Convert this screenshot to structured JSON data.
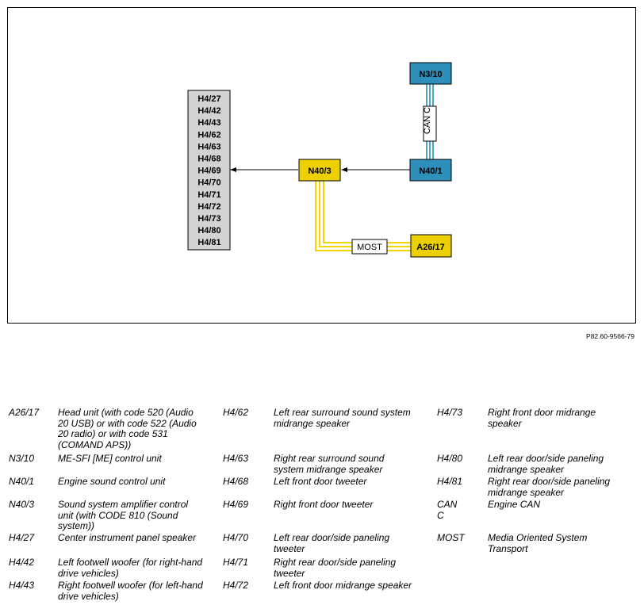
{
  "diagram": {
    "nodes": {
      "n3_10": "N3/10",
      "n40_1": "N40/1",
      "n40_3": "N40/3",
      "a26_17": "A26/17"
    },
    "buses": {
      "can_c": "CAN C",
      "most": "MOST"
    },
    "speakers": [
      "H4/27",
      "H4/42",
      "H4/43",
      "H4/62",
      "H4/63",
      "H4/68",
      "H4/69",
      "H4/70",
      "H4/71",
      "H4/72",
      "H4/73",
      "H4/80",
      "H4/81"
    ],
    "colors": {
      "can_node": "#2e8fba",
      "most_node": "#ecd000",
      "can_line": "#4aa8c8",
      "most_line": "#f0d800",
      "speaker_box": "#d3d3d3"
    }
  },
  "reference": "P82.60-9566-79",
  "legend": {
    "col1": [
      {
        "code": "A26/17",
        "desc": "Head unit (with code 520 (Audio 20 USB) or with code 522 (Audio 20 radio) or with code 531 (COMAND APS))"
      },
      {
        "code": "N3/10",
        "desc": "ME-SFI [ME] control unit"
      },
      {
        "code": "N40/1",
        "desc": "Engine sound control unit"
      },
      {
        "code": "N40/3",
        "desc": "Sound system amplifier control unit (with CODE 810 (Sound system))"
      },
      {
        "code": "H4/27",
        "desc": "Center instrument panel speaker"
      },
      {
        "code": "H4/42",
        "desc": "Left footwell woofer (for right-hand drive vehicles)"
      },
      {
        "code": "H4/43",
        "desc": "Right footwell woofer (for left-hand drive vehicles)"
      }
    ],
    "col2": [
      {
        "code": "H4/62",
        "desc": "Left rear surround sound system midrange speaker"
      },
      {
        "code": "H4/63",
        "desc": "Right rear surround sound system midrange speaker"
      },
      {
        "code": "H4/68",
        "desc": "Left front door tweeter"
      },
      {
        "code": "H4/69",
        "desc": "Right front door tweeter"
      },
      {
        "code": "H4/70",
        "desc": "Left rear door/side paneling tweeter"
      },
      {
        "code": "H4/71",
        "desc": "Right rear door/side paneling tweeter"
      },
      {
        "code": "H4/72",
        "desc": "Left front door midrange speaker"
      }
    ],
    "col3": [
      {
        "code": "H4/73",
        "desc": "Right front door midrange speaker"
      },
      {
        "code": "H4/80",
        "desc": "Left rear door/side paneling midrange speaker"
      },
      {
        "code": "H4/81",
        "desc": "Right rear door/side paneling midrange speaker"
      },
      {
        "code": "CAN C",
        "desc": "Engine CAN"
      },
      {
        "code": "MOST",
        "desc": "Media Oriented System Transport"
      }
    ]
  }
}
